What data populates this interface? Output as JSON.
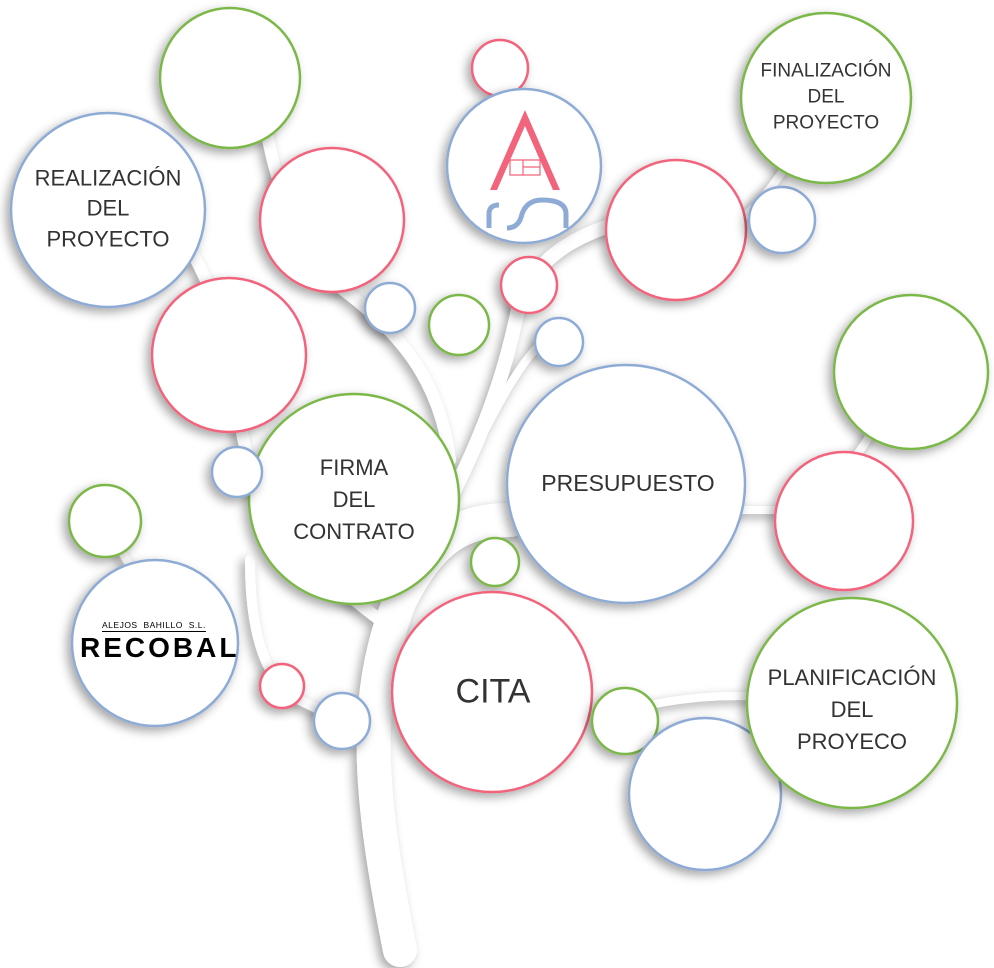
{
  "colors": {
    "green": "#7cb84a",
    "pink": "#f2637c",
    "blue": "#8eabd6"
  },
  "labels": {
    "realizacion": [
      "REALIZACIÓN",
      "DEL",
      "PROYECTO"
    ],
    "finalizacion": [
      "FINALIZACIÓN",
      "DEL",
      "PROYECTO"
    ],
    "firma": [
      "FIRMA",
      "DEL",
      "CONTRATO"
    ],
    "presupuesto": "PRESUPUESTO",
    "cita": "CITA",
    "planificacion": [
      "PLANIFICACIÓN",
      "DEL",
      "PROYECO"
    ]
  },
  "logo": {
    "company_top": "ALEJOS BAHILLO S.L.",
    "company_main": "RECOBAL"
  }
}
